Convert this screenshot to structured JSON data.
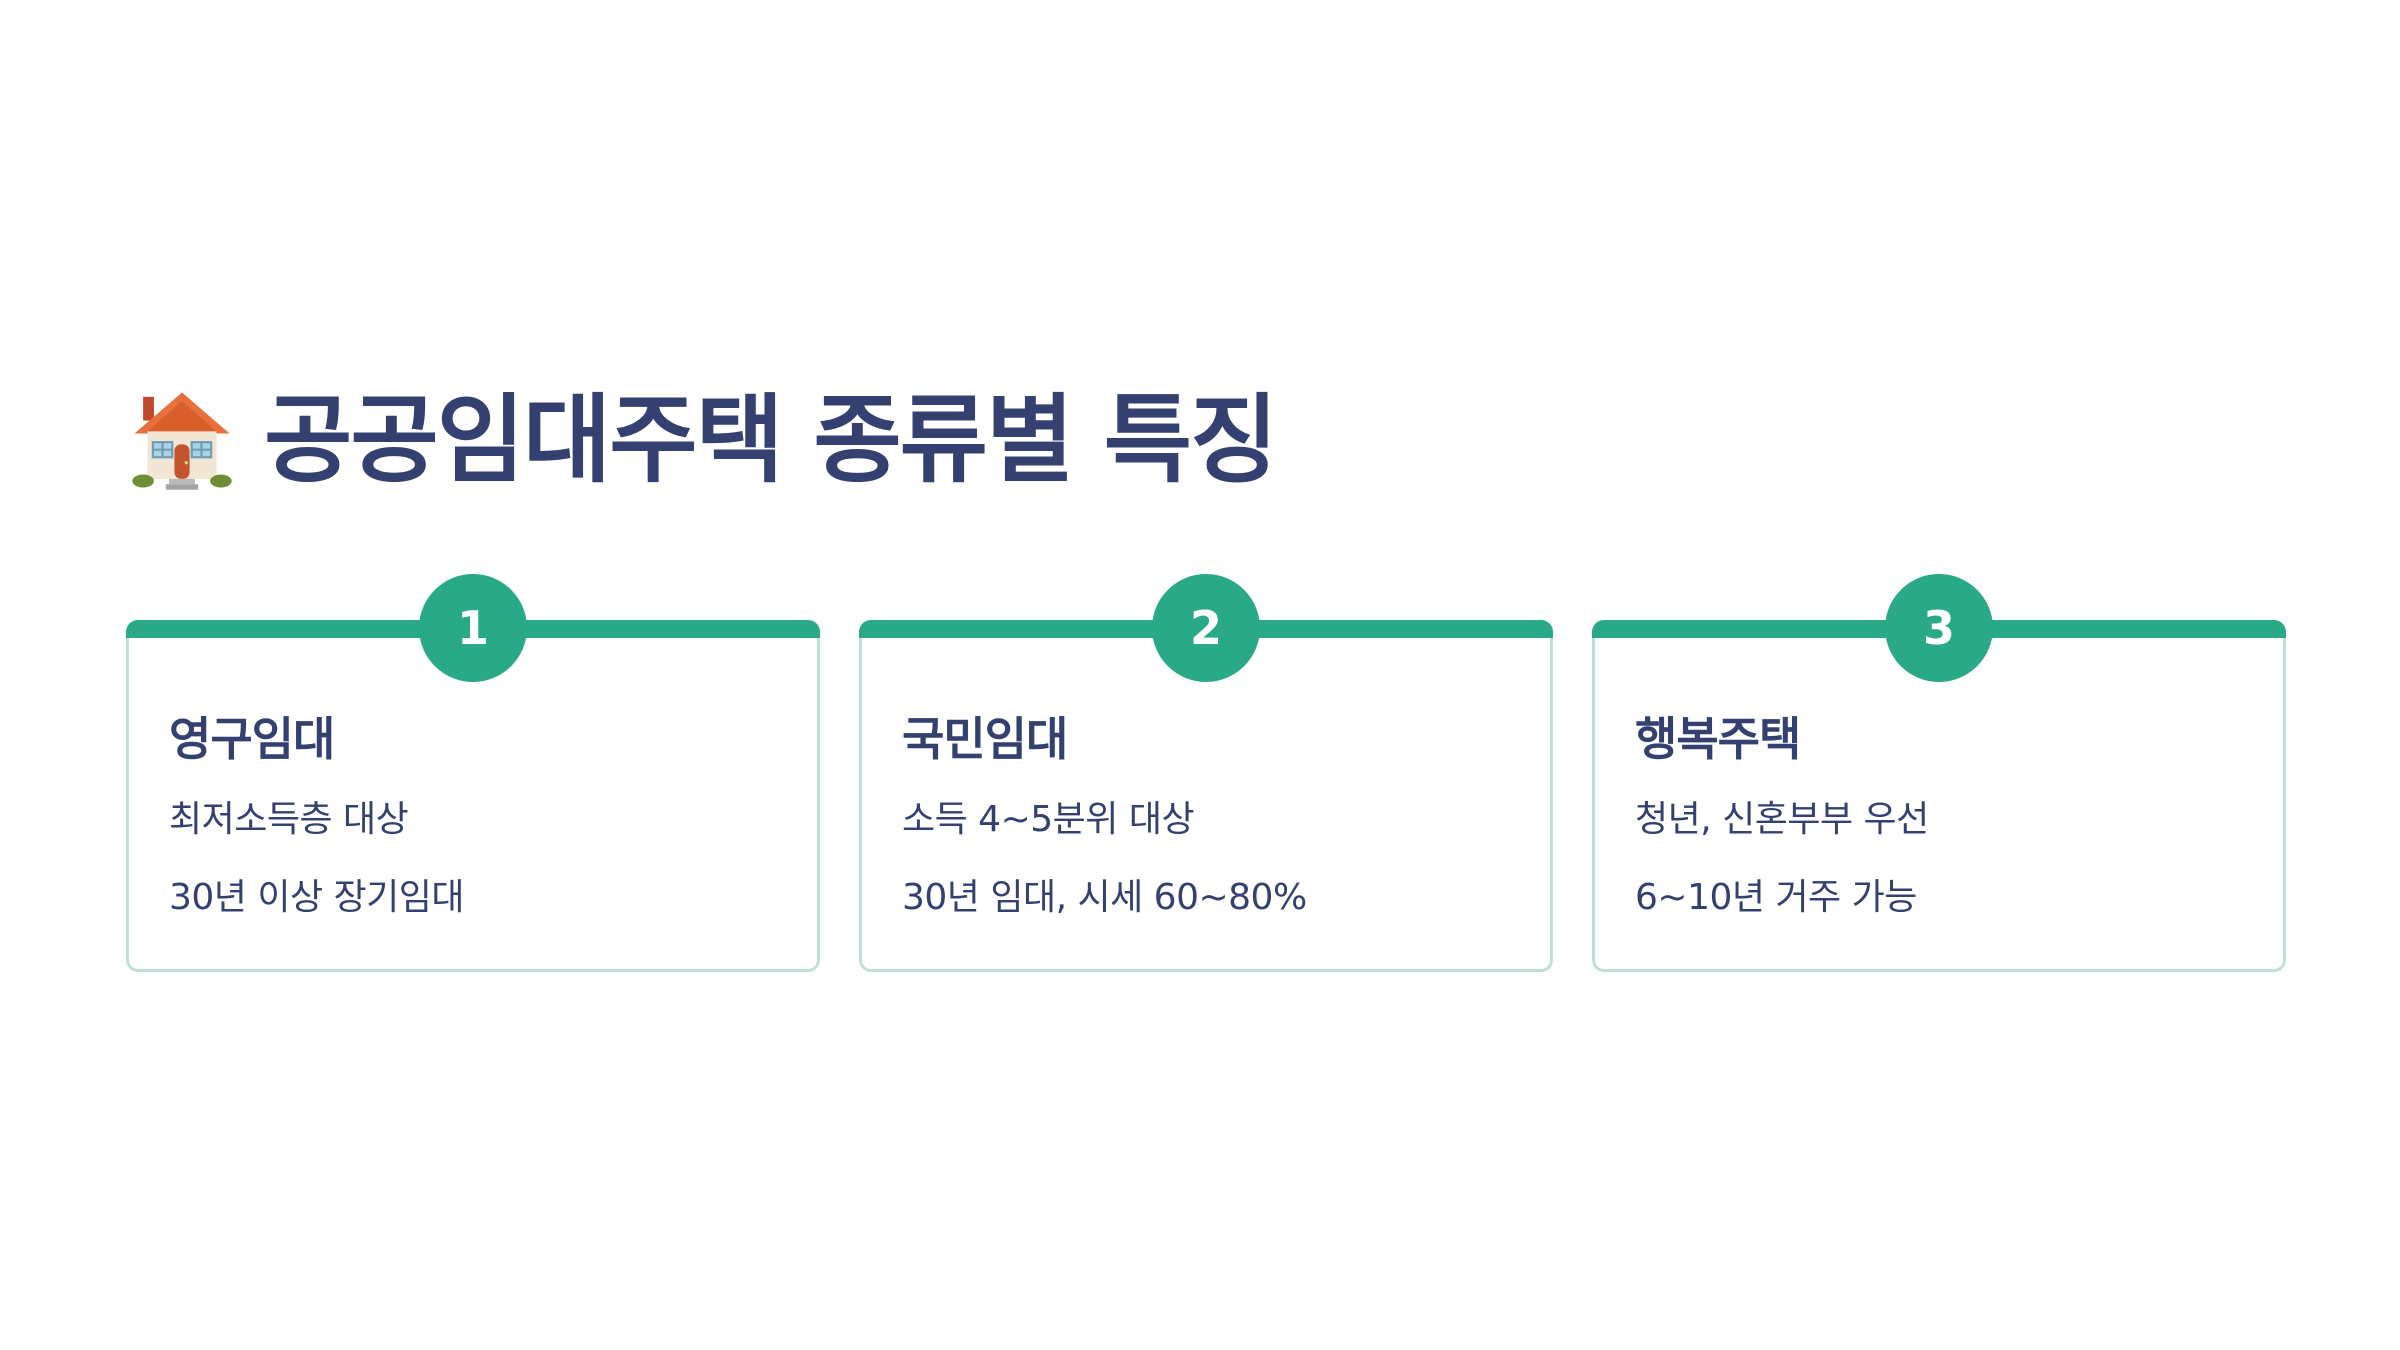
{
  "header": {
    "icon": "house-icon",
    "title": "공공임대주택 종류별 특징"
  },
  "colors": {
    "title_text": "#334070",
    "accent": "#2aa986",
    "card_border": "#bfe0d5"
  },
  "cards": [
    {
      "number": "1",
      "title": "영구임대",
      "lines": [
        "최저소득층 대상",
        "30년 이상 장기임대"
      ]
    },
    {
      "number": "2",
      "title": "국민임대",
      "lines": [
        "소득 4~5분위 대상",
        "30년 임대, 시세 60~80%"
      ]
    },
    {
      "number": "3",
      "title": "행복주택",
      "lines": [
        "청년, 신혼부부 우선",
        "6~10년 거주 가능"
      ]
    }
  ]
}
